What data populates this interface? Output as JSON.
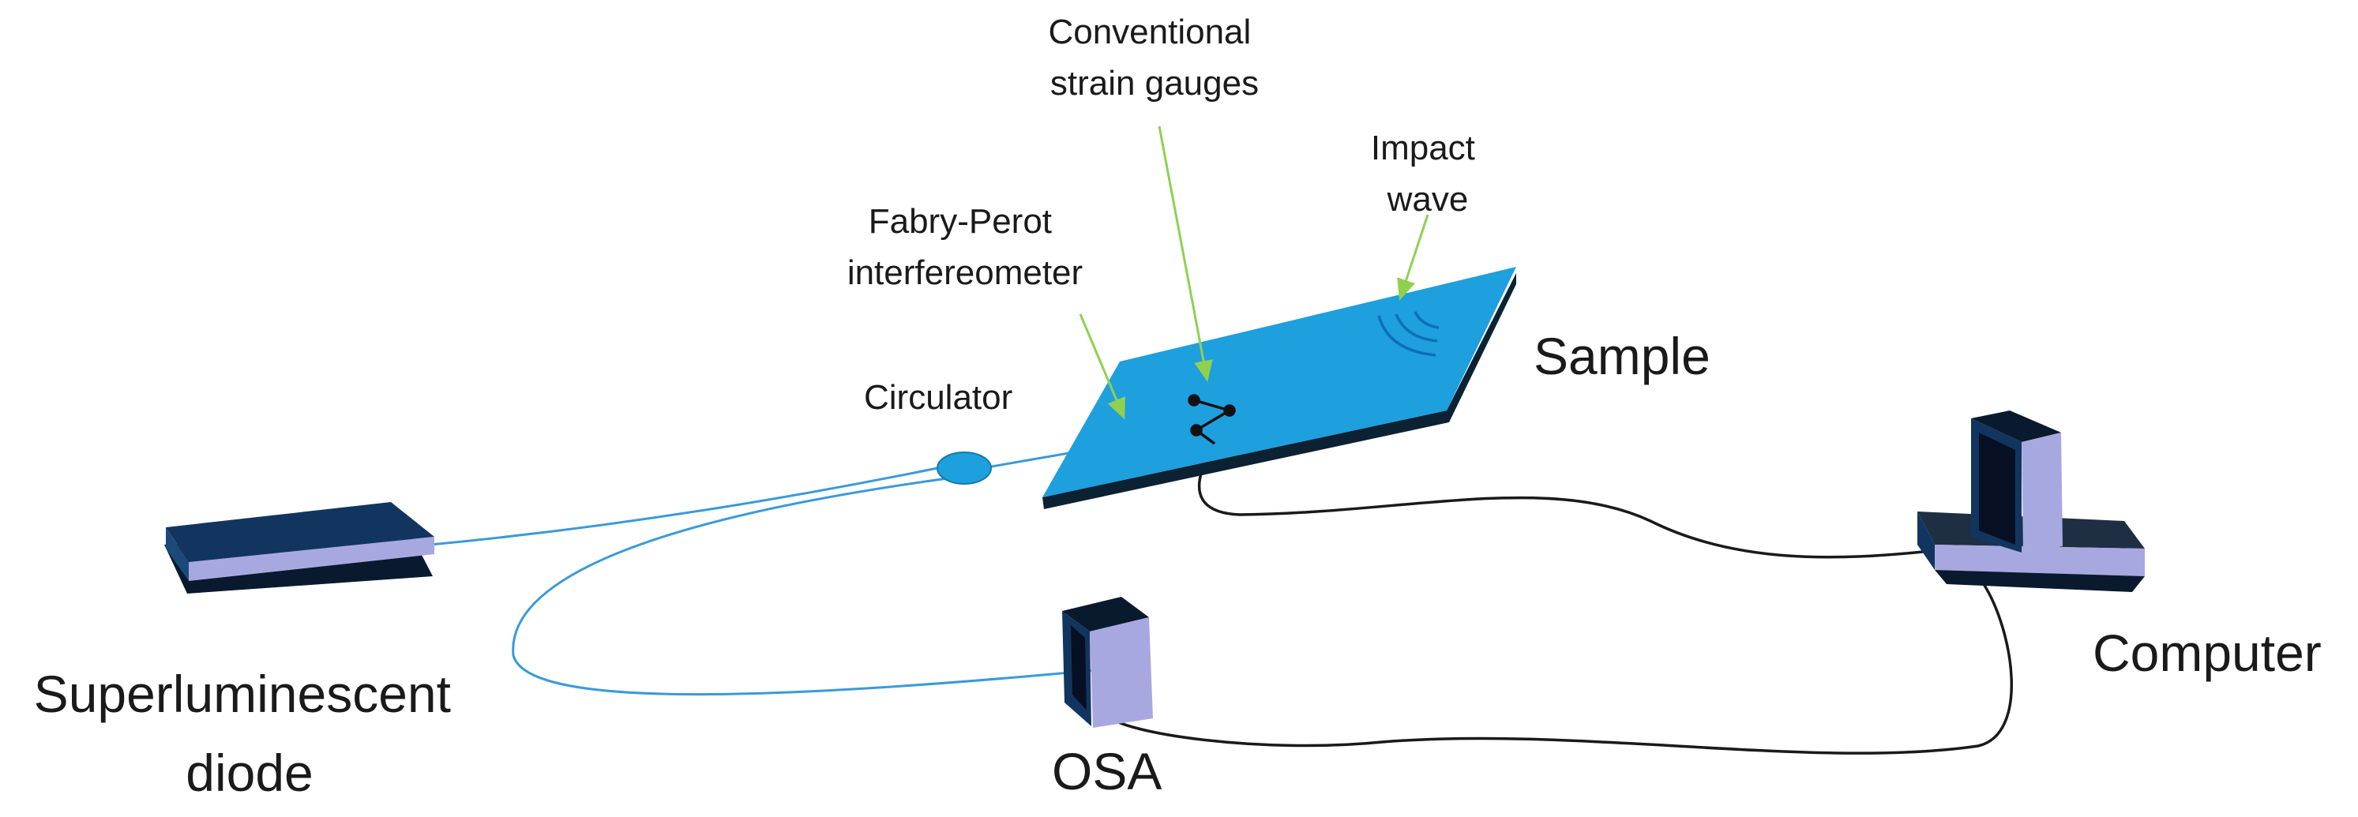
{
  "labels": {
    "conventional_strain_gauges": [
      "Conventional",
      "strain gauges"
    ],
    "impact_wave": [
      "Impact",
      "wave"
    ],
    "fabry_perot": [
      "Fabry-Perot",
      "interfereometer"
    ],
    "circulator": "Circulator",
    "sample": "Sample",
    "superluminescent_diode": [
      "Superluminescent",
      "diode"
    ],
    "osa": "OSA",
    "computer": "Computer"
  },
  "colors": {
    "fiber": "#3a9ad9",
    "cable": "#1a1a1a",
    "arrow": "#8fd14f",
    "sample_top": "#1e9fde",
    "sample_edge": "#0c2233",
    "device_dark": "#12355f",
    "device_light": "#a8a8e0",
    "impact_wave": "#0b6fb8"
  }
}
